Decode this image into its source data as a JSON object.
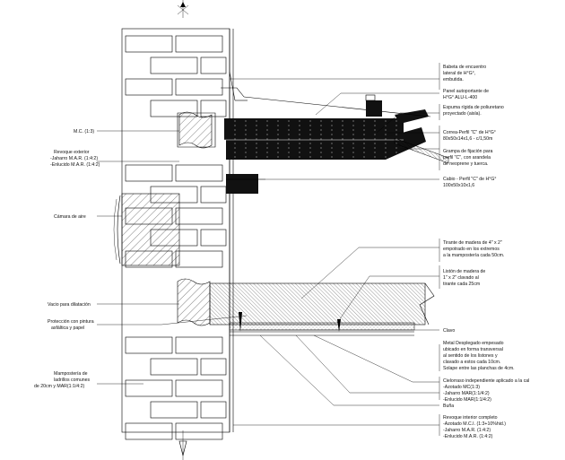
{
  "labels_left": [
    {
      "id": "mc",
      "text": "M.C. (1:3)"
    },
    {
      "id": "revoque1",
      "text": "Revoque exterior"
    },
    {
      "id": "revoque2",
      "text": "-Jaharro  M.A.R. (1:4:2)"
    },
    {
      "id": "revoque3",
      "text": "-Enlucido  M.A.R. (1:4:2)"
    },
    {
      "id": "camara",
      "text": "Cámara de aire"
    },
    {
      "id": "vacio",
      "text": "Vacio para dilatación"
    },
    {
      "id": "proteccion1",
      "text": "Protección con pintura"
    },
    {
      "id": "proteccion2",
      "text": "asfáltica y papel"
    },
    {
      "id": "mamp1",
      "text": "Mampostería de"
    },
    {
      "id": "mamp2",
      "text": "ladrillos comunes"
    },
    {
      "id": "mamp3",
      "text": "de 20cm y MAR(1:1/4:2)"
    }
  ],
  "labels_right": [
    {
      "id": "babeta1",
      "text": "Babeta de encuentro"
    },
    {
      "id": "babeta2",
      "text": "lateral de H°G°,"
    },
    {
      "id": "babeta3",
      "text": "embutida."
    },
    {
      "id": "panel1",
      "text": "Panel autoportante de"
    },
    {
      "id": "panel2",
      "text": "H°G° ALU-L-400"
    },
    {
      "id": "espuma1",
      "text": "Espuma rígida de poliuretano"
    },
    {
      "id": "espuma2",
      "text": "proyectado (aisla)."
    },
    {
      "id": "correa1",
      "text": "Correa-Perfil \"C\" de H°G°"
    },
    {
      "id": "correa2",
      "text": "80x50x14x1,6 - c/1,50m"
    },
    {
      "id": "grampa1",
      "text": "Grampa de fijación para"
    },
    {
      "id": "grampa2",
      "text": "perfil \"C\", con arandela"
    },
    {
      "id": "grampa3",
      "text": "de neoprene y tuerca."
    },
    {
      "id": "cabio1",
      "text": "Cabio - Perfil \"C\" de H°G°"
    },
    {
      "id": "cabio2",
      "text": "100x50x10x1,6"
    },
    {
      "id": "tirante1",
      "text": "Tirante de madera de 4\" x 2\""
    },
    {
      "id": "tirante2",
      "text": "empotrado en los extremos"
    },
    {
      "id": "tirante3",
      "text": "a la mampostería cada 50cm."
    },
    {
      "id": "liston1",
      "text": "Listón de madera de"
    },
    {
      "id": "liston2",
      "text": "1\" x 2\" clavado al"
    },
    {
      "id": "liston3",
      "text": "tirante cada 25cm"
    },
    {
      "id": "clavo",
      "text": "Clavo"
    },
    {
      "id": "metal1",
      "text": "Metal Desplegado empesado"
    },
    {
      "id": "metal2",
      "text": "ubicado en forma transversal"
    },
    {
      "id": "metal3",
      "text": "al sentido de los listones y"
    },
    {
      "id": "metal4",
      "text": "clavado a estos cada 10cm."
    },
    {
      "id": "metal5",
      "text": "Solape entre las planchas de 4cm."
    },
    {
      "id": "cielo1",
      "text": "Cielorraso independiente aplicado a la cal"
    },
    {
      "id": "cielo2",
      "text": "-Azotado MC(1:3)"
    },
    {
      "id": "cielo3",
      "text": "-Jaharro MAR(1:1/4:2)"
    },
    {
      "id": "cielo4",
      "text": "-Enlucido MAR(1:1/4:2)"
    },
    {
      "id": "buna",
      "text": "Buña"
    },
    {
      "id": "revint1",
      "text": "Revoque interior completo"
    },
    {
      "id": "revint2",
      "text": "-Azotado M.C.I.  (1:3+10%hid.)"
    },
    {
      "id": "revint3",
      "text": "-Jaharro  M.A.R. (1:4:2)"
    },
    {
      "id": "revint4",
      "text": "-Enlucido  M.A.R. (1:4:2)"
    }
  ],
  "colors": {
    "ink": "#000000",
    "paper": "#ffffff",
    "fill_dark": "#111111"
  }
}
